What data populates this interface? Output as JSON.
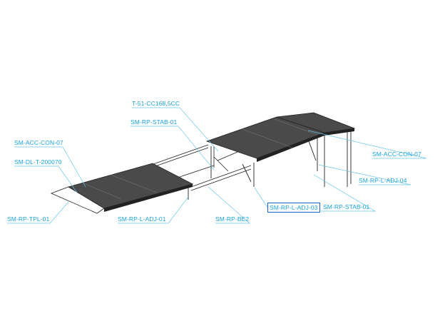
{
  "colors": {
    "label": "#1aa3dc",
    "leader": "#6cc6ea",
    "highlight_box": "#1f5fd6",
    "platform": "#3a3a3a"
  },
  "labels": {
    "t51": "T-51-CC168,5CC",
    "stab_top": "SM-RP-STAB-01",
    "acc_con_left": "SM-ACC-CON-07",
    "dl_t": "SM-DL-T-200070",
    "tpl": "SM-RP-TPL-01",
    "l_adj_01": "SM-RP-L-ADJ-01",
    "be2": "SM-RP-BE2",
    "l_adj_03": "SM-RP-L-ADJ-03",
    "stab_right": "SM-RP-STAB-01",
    "l_adj_04": "SM-RP-L-ADJ-04",
    "acc_con_right": "SM-ACC-CON-07"
  }
}
